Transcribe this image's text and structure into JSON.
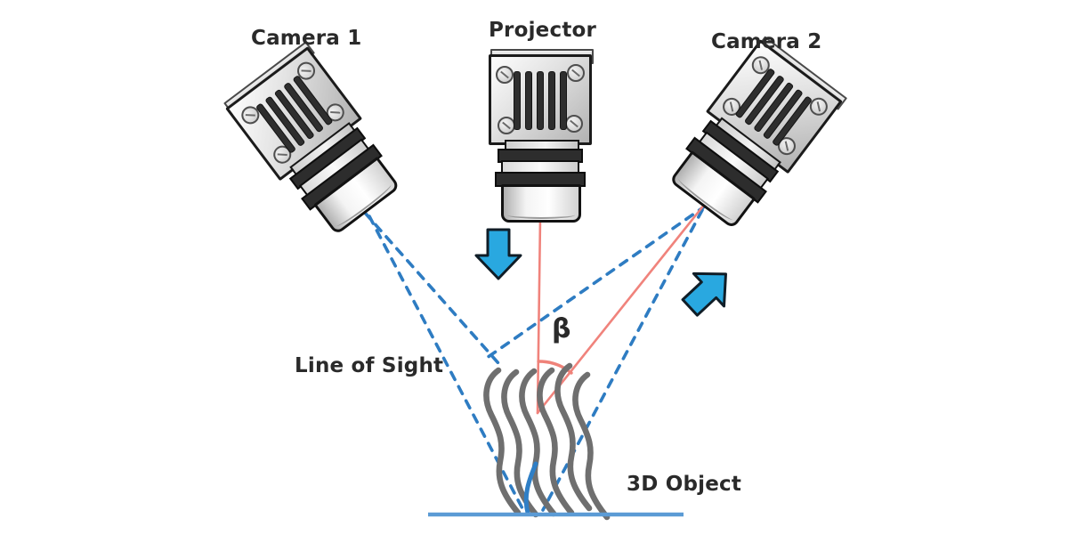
{
  "diagram": {
    "device_labels": {
      "camera1": "Camera 1",
      "projector": "Projector",
      "camera2": "Camera 2"
    },
    "annotations": {
      "line_of_sight": "Line of Sight",
      "beta_angle": "β",
      "object3d": "3D Object"
    }
  },
  "colors": {
    "background": "#ffffff",
    "text": "#2a2a2a",
    "dashed_ray": "#2e7cc2",
    "projector_ray": "#f0837c",
    "angle_arc": "#ef8279",
    "object_stripe": "#6f6f6f",
    "scan_highlight": "#2f7fc6",
    "ground": "#5b9bd5",
    "arrow_fill": "#29a8e0",
    "arrow_outline": "#101d27"
  }
}
